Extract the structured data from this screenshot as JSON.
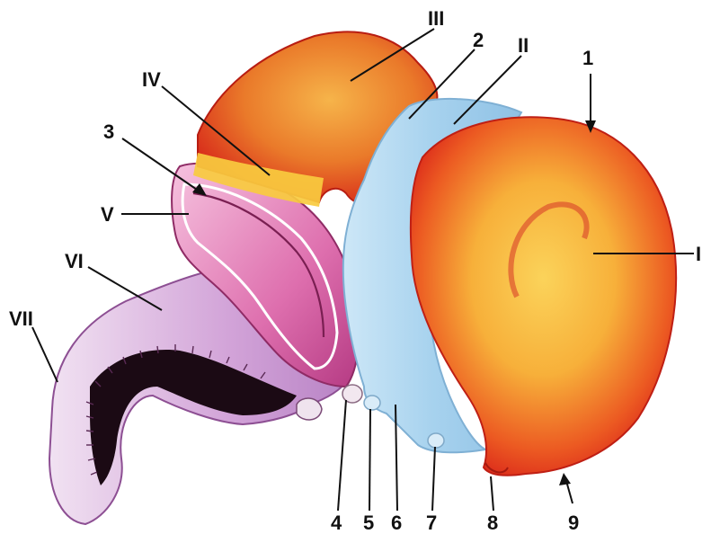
{
  "labels": {
    "roman": {
      "I": "I",
      "II": "II",
      "III": "III",
      "IV": "IV",
      "V": "V",
      "VI": "VI",
      "VII": "VII"
    },
    "numbers": {
      "n1": "1",
      "n2": "2",
      "n3": "3",
      "n4": "4",
      "n5": "5",
      "n6": "6",
      "n7": "7",
      "n8": "8",
      "n9": "9"
    }
  },
  "colors": {
    "red": "#e0331b",
    "yellow": "#f7c040",
    "blue": "#a9d4ee",
    "magenta": "#d75b9e",
    "pink": "#f2b3d6",
    "lilac": "#d3a4d6",
    "dark": "#1b0a14"
  }
}
